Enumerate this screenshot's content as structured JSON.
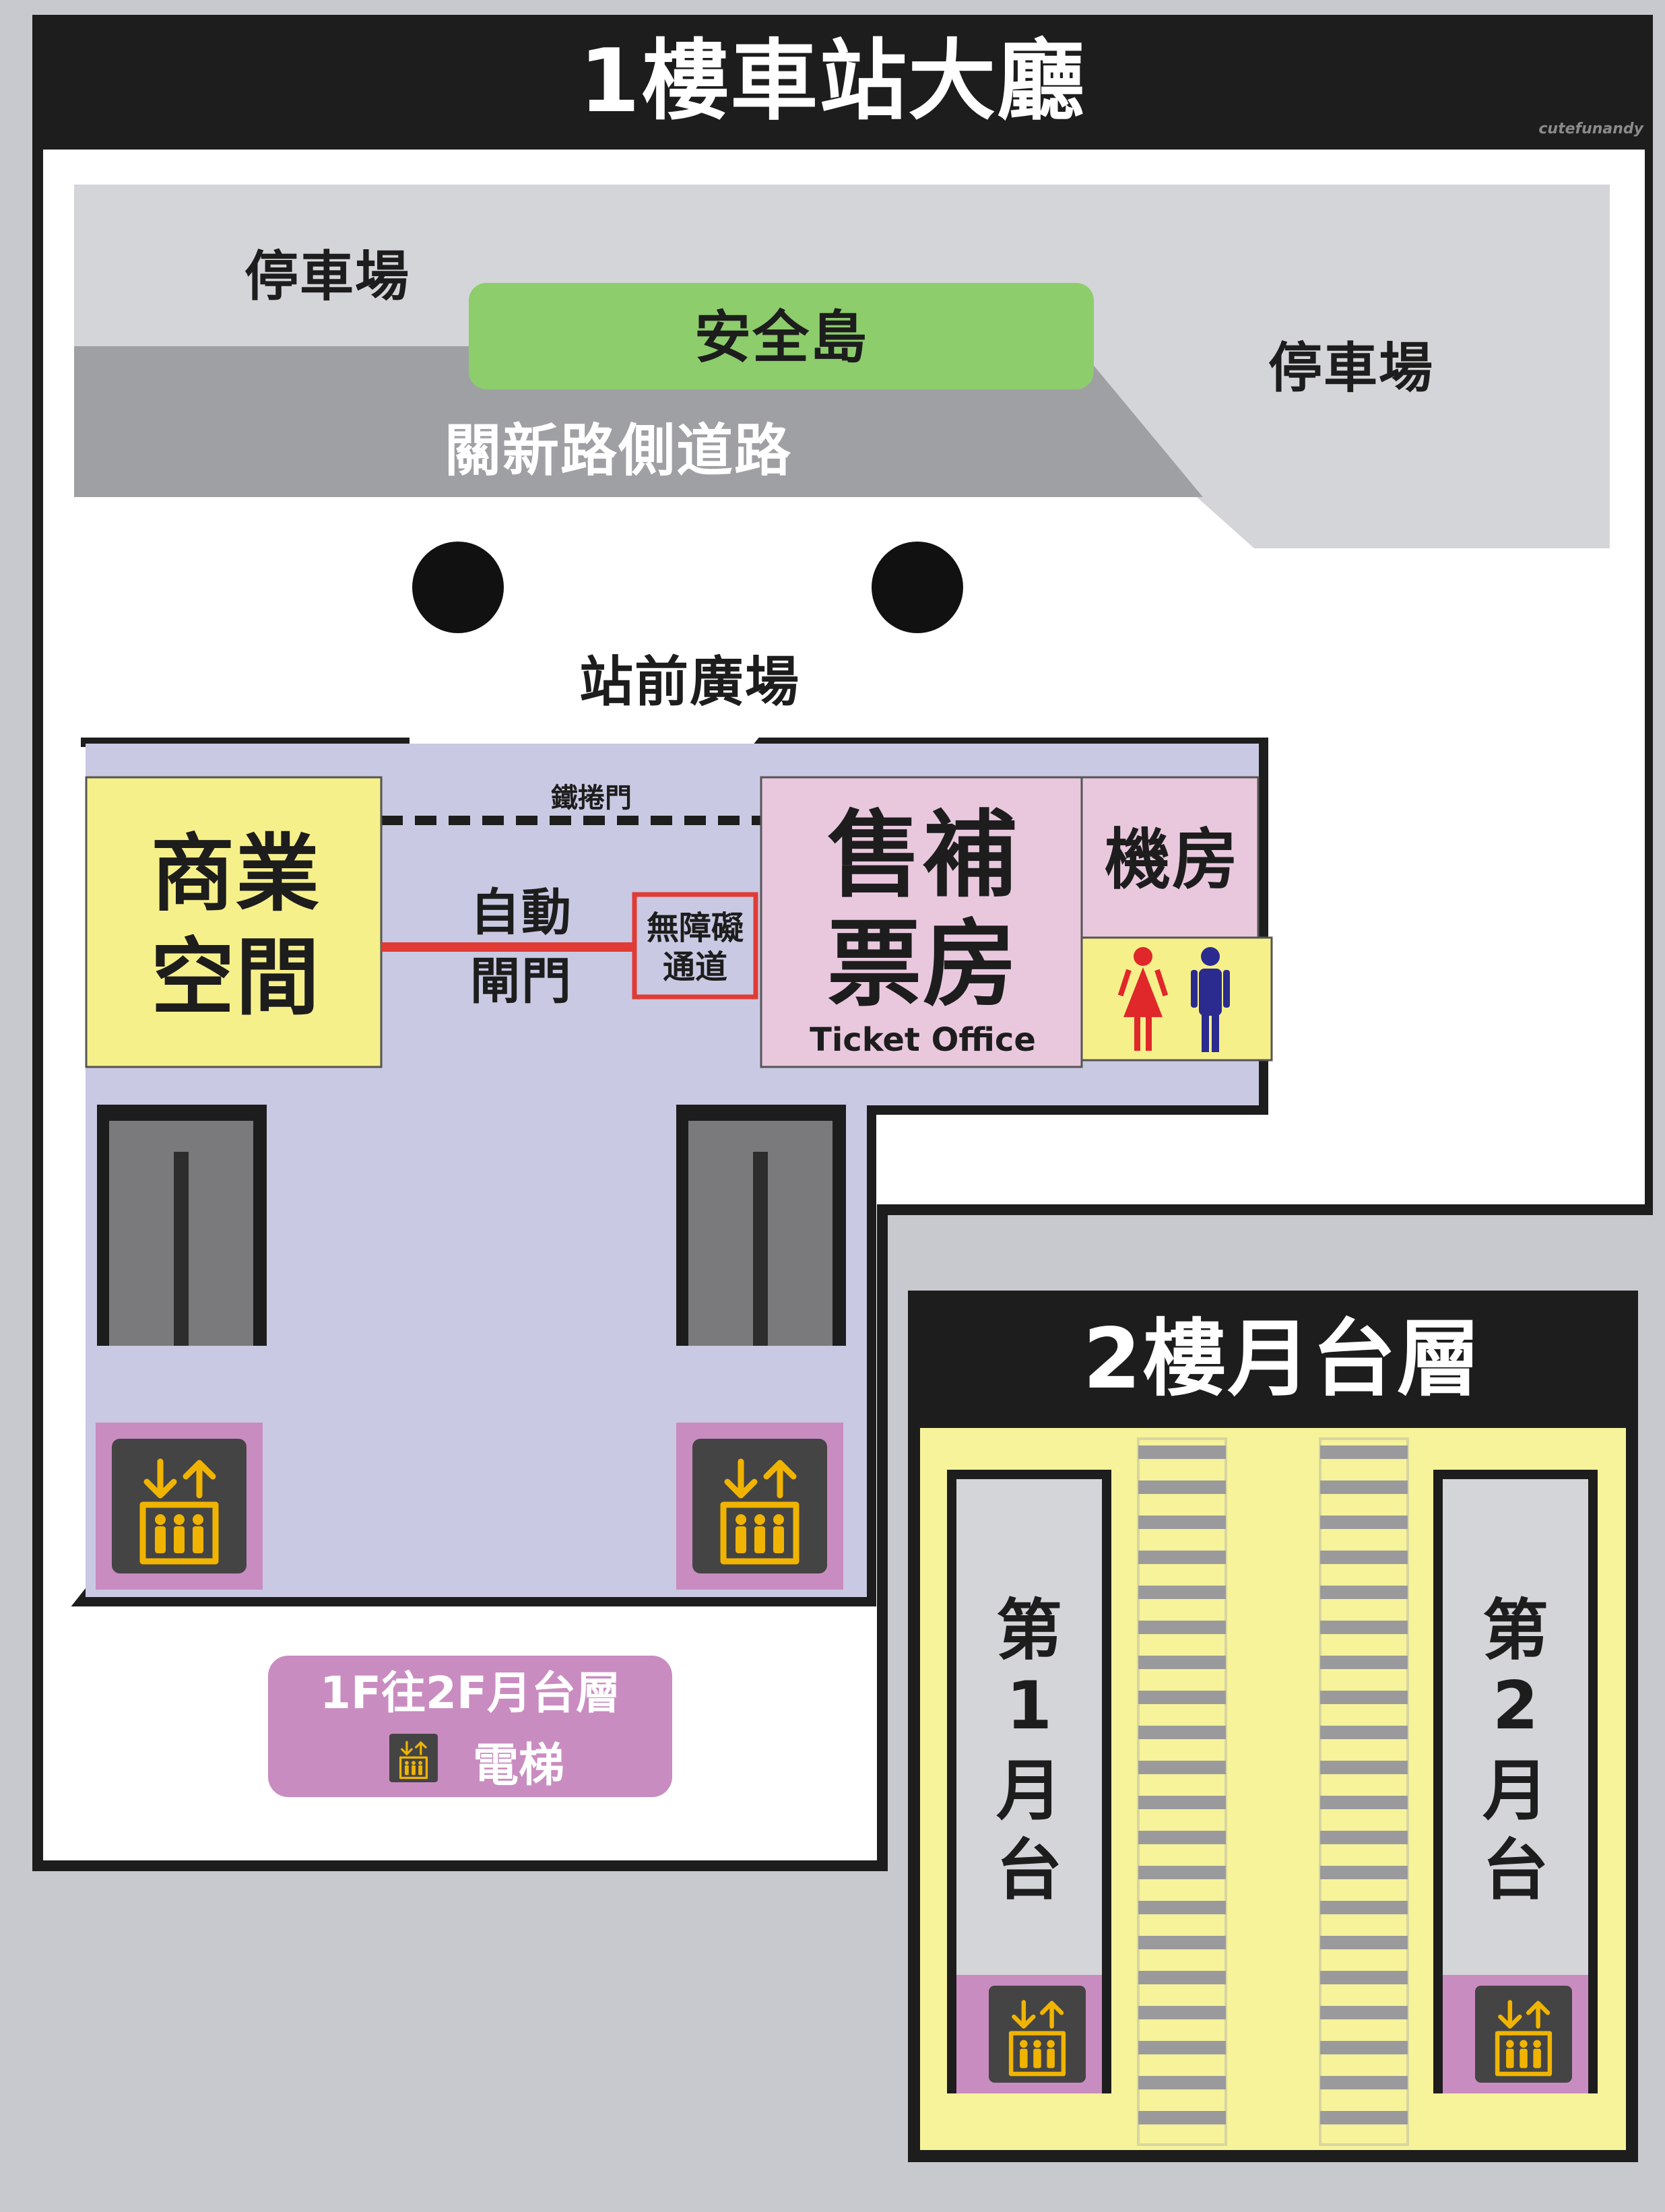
{
  "floor1": {
    "title": "1樓車站大廳",
    "parking_left": "停車場",
    "parking_right": "停車場",
    "safety_island": "安全島",
    "side_road": "關新路側道路",
    "plaza": "站前廣場",
    "rolling_door": "鐵捲門",
    "commercial": [
      "商業",
      "空間"
    ],
    "auto_gate": [
      "自動",
      "閘門"
    ],
    "accessible": [
      "無障礙",
      "通道"
    ],
    "ticket": [
      "售補",
      "票房"
    ],
    "ticket_en": "Ticket Office",
    "machine_room": "機房",
    "elevator_note_line1": "1F往2F月台層",
    "elevator_note_line2": "電梯"
  },
  "floor2": {
    "title": "2樓月台層",
    "platform1": [
      "第",
      "1",
      "月",
      "台"
    ],
    "platform2": [
      "第",
      "2",
      "月",
      "台"
    ]
  },
  "watermark": "cutefunandy",
  "icons": {
    "elevator": "elevator-icon",
    "restroom_female": "female-restroom-icon",
    "restroom_male": "male-restroom-icon",
    "pillar": "pillar-icon"
  },
  "colors": {
    "background": "#c8c9ce",
    "header": "#1d1d1d",
    "road": "#9fa0a4",
    "island": "#8dcd6c",
    "hall": "#c9c9e3",
    "commercial": "#f6f08b",
    "ticket": "#e9c8de",
    "elevator_pad": "#c98cc0",
    "platform_yellow": "#f6f39a",
    "gate_red": "#e03b35",
    "female": "#e0272a",
    "male": "#2b2b8f"
  }
}
